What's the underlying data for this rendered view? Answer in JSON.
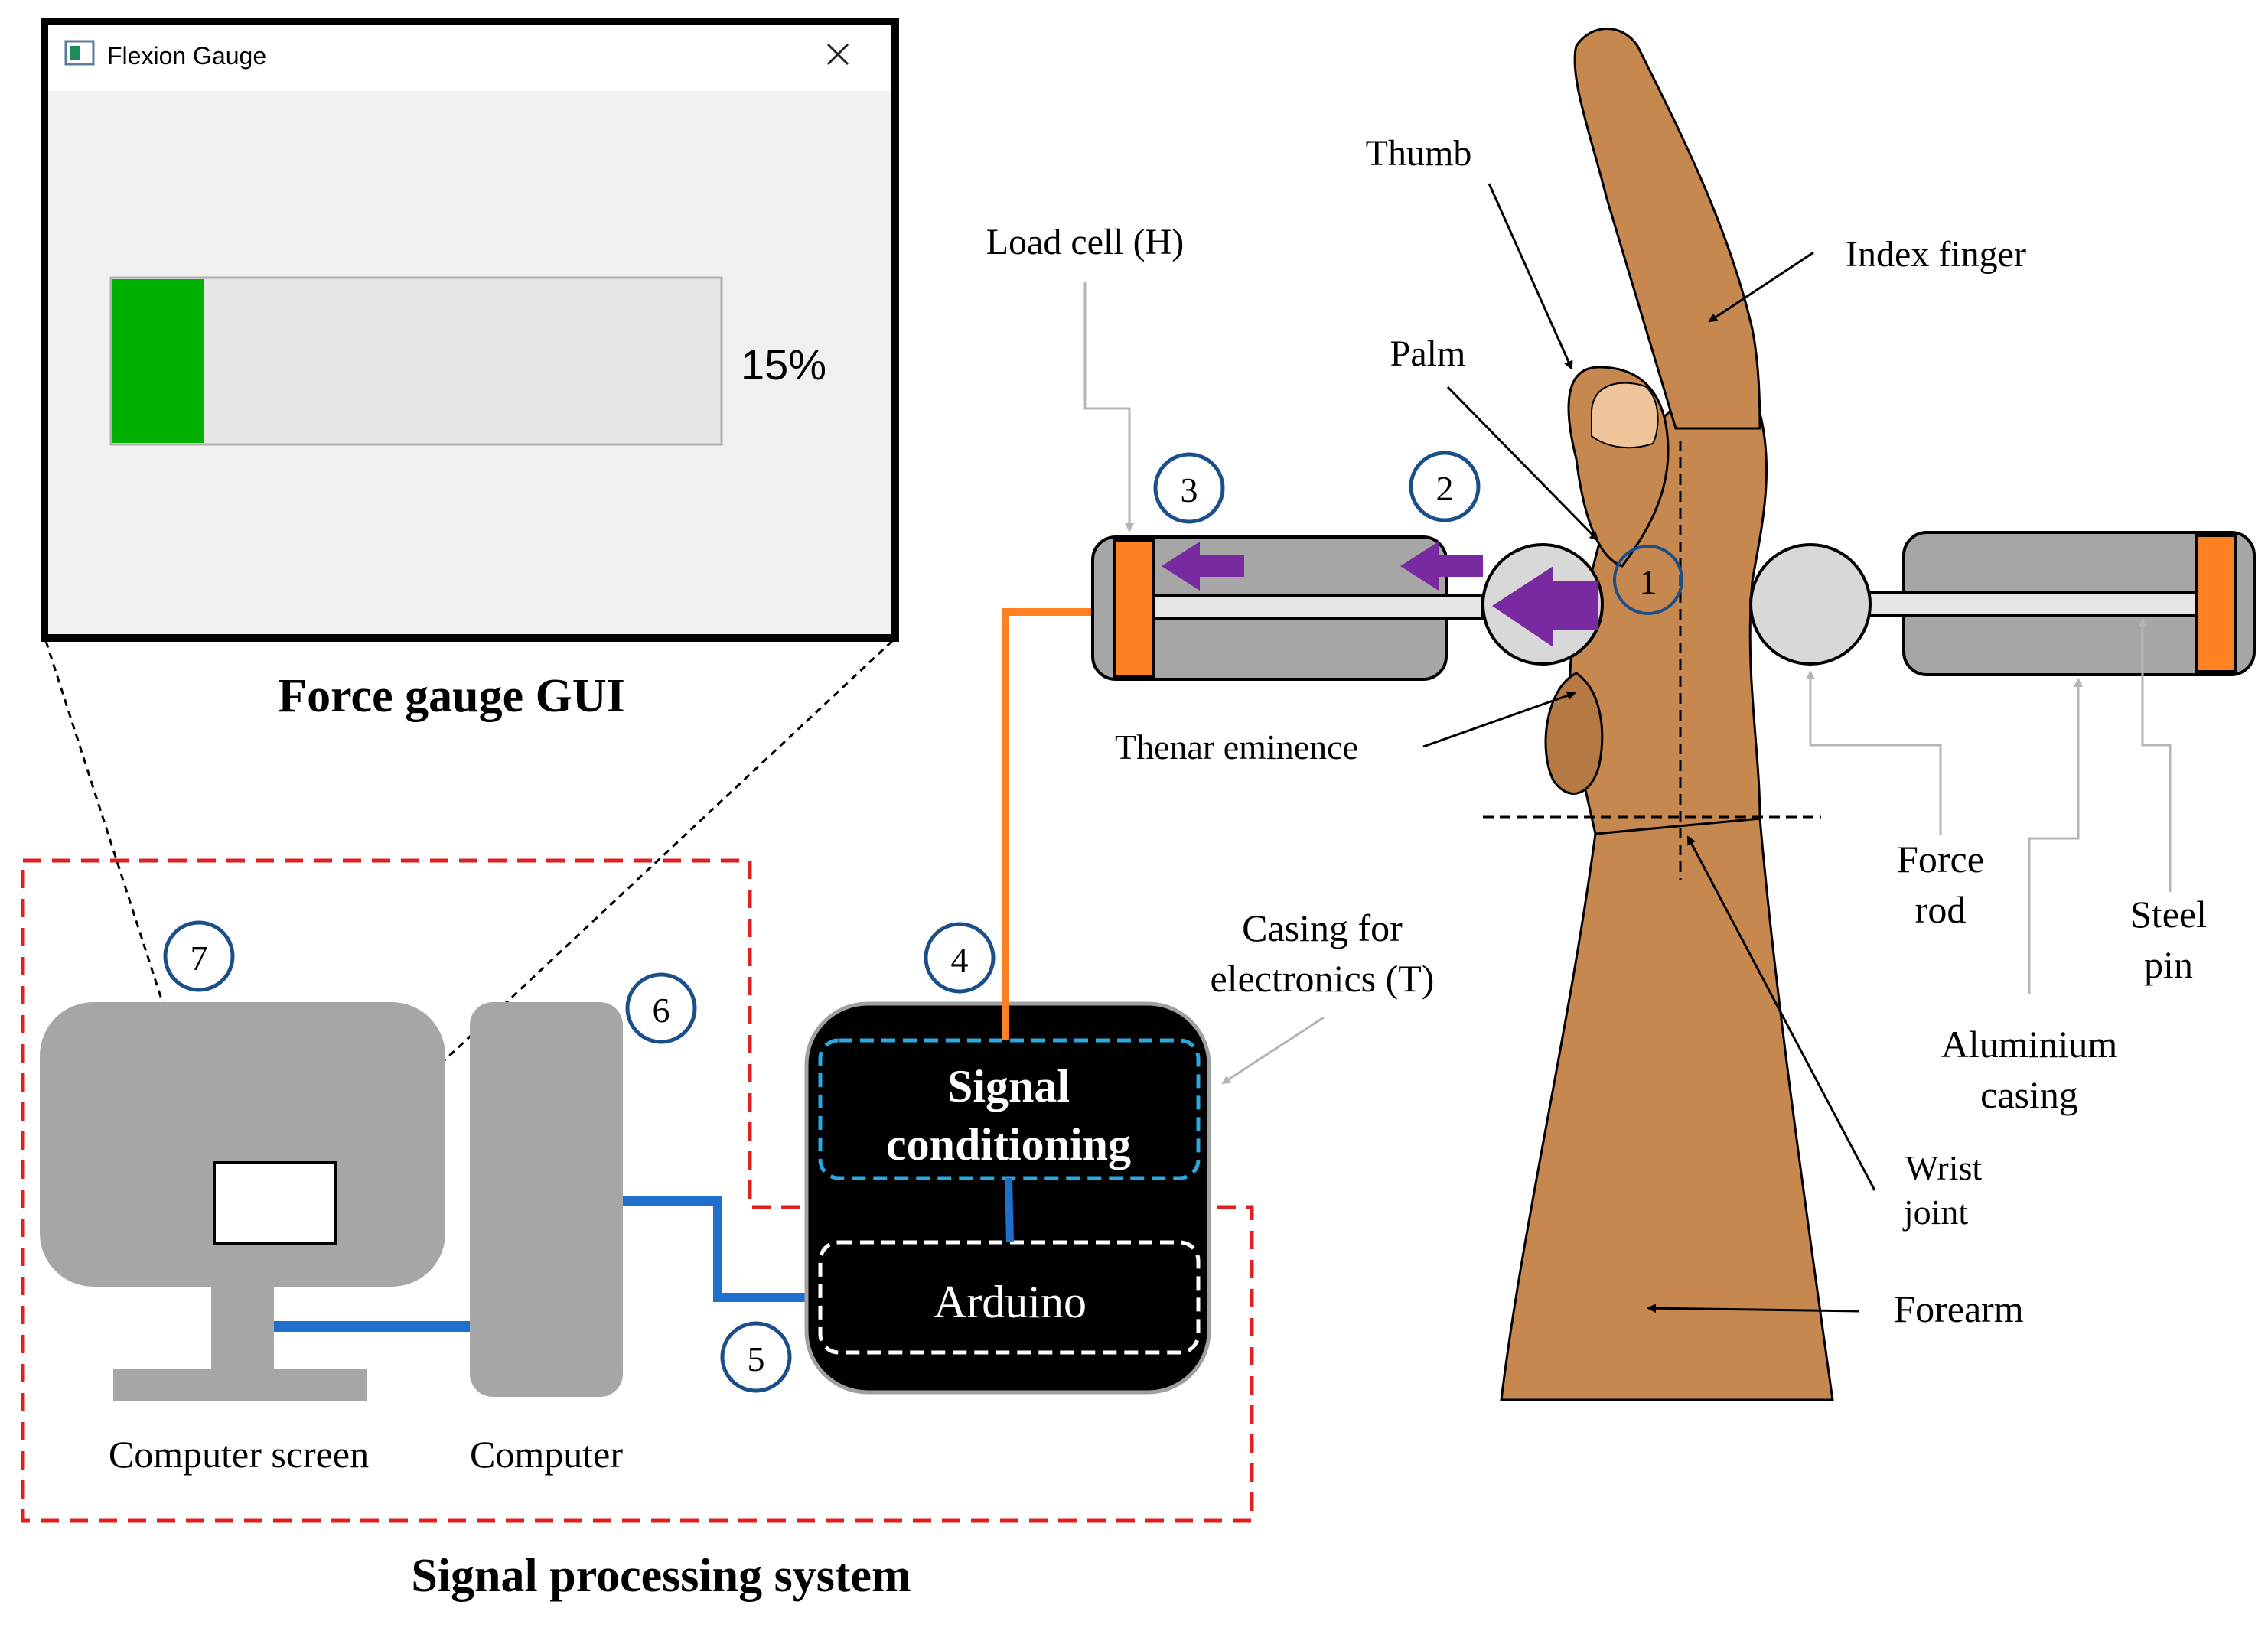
{
  "gui": {
    "window_title": "Flexion Gauge",
    "progress_value": 15,
    "progress_label": "15%",
    "caption": "Force gauge GUI",
    "icons": {
      "app": "app-window-icon",
      "close": "close-icon"
    }
  },
  "labels": {
    "thumb": "Thumb",
    "index_finger": "Index finger",
    "load_cell": "Load cell (H)",
    "palm": "Palm",
    "thenar_eminence": "Thenar eminence",
    "force_rod_1": "Force",
    "force_rod_2": "rod",
    "steel_pin_1": "Steel",
    "steel_pin_2": "pin",
    "aluminium_casing_1": "Aluminium",
    "aluminium_casing_2": "casing",
    "casing_electronics_1": "Casing for",
    "casing_electronics_2": "electronics (T)",
    "wrist_joint_1": "Wrist",
    "wrist_joint_2": "joint",
    "forearm": "Forearm",
    "computer_screen": "Computer screen",
    "computer": "Computer",
    "signal_processing_system": "Signal processing system"
  },
  "blocks": {
    "signal_conditioning_1": "Signal",
    "signal_conditioning_2": "conditioning",
    "arduino": "Arduino"
  },
  "markers": [
    "1",
    "2",
    "3",
    "4",
    "5",
    "6",
    "7"
  ],
  "colors": {
    "progress_fill": "#00b000",
    "load_cell": "#ff8020",
    "wire_orange": "#ff8020",
    "wire_blue": "#1f6fcc",
    "marker_ring": "#1a4f8a",
    "force_arrow": "#7a2aa0",
    "boundary_dashed": "#e02020",
    "skin": "#c6884f",
    "device_gray": "#a8a8a8"
  }
}
